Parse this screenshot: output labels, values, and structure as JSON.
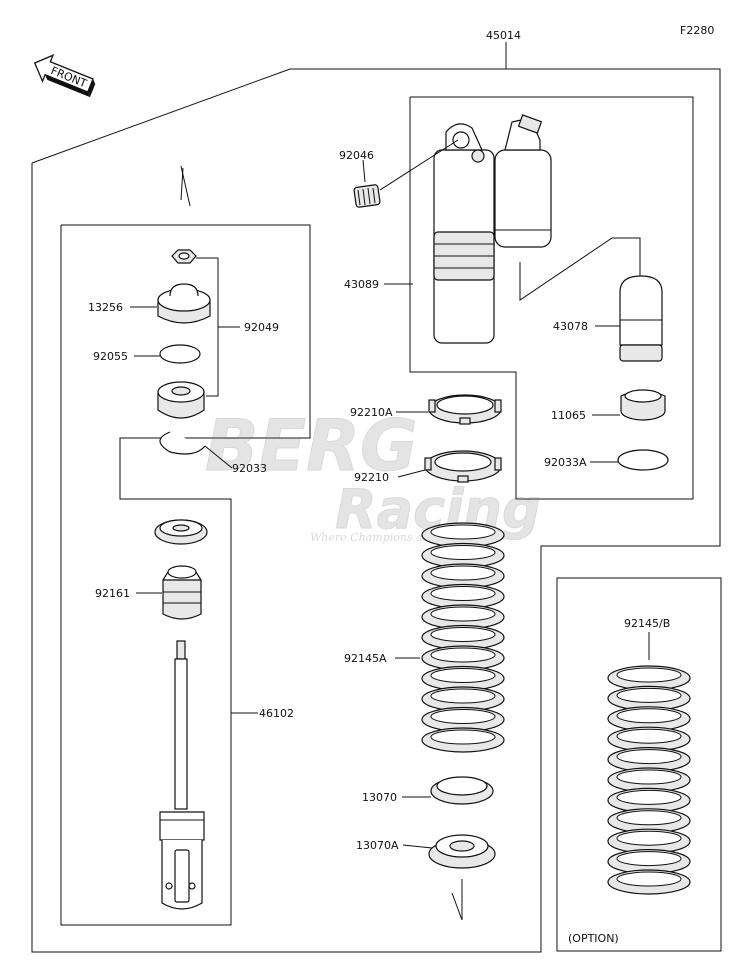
{
  "diagram_code": "F2280",
  "assembly_label": "45014",
  "front_badge": "FRONT",
  "watermark": {
    "line1": "BERG",
    "line2": "Racing",
    "tagline": "Where Champions are made"
  },
  "option_label": "(OPTION)",
  "parts": {
    "p92046": "92046",
    "p43089": "43089",
    "p43078": "43078",
    "p92210A": "92210A",
    "p11065": "11065",
    "p92210": "92210",
    "p92033A": "92033A",
    "p13256": "13256",
    "p92049": "92049",
    "p92055": "92055",
    "p92033": "92033",
    "p92161": "92161",
    "p46102": "46102",
    "p92145A": "92145A",
    "p13070": "13070",
    "p13070A": "13070A",
    "p92145B": "92145/B"
  }
}
